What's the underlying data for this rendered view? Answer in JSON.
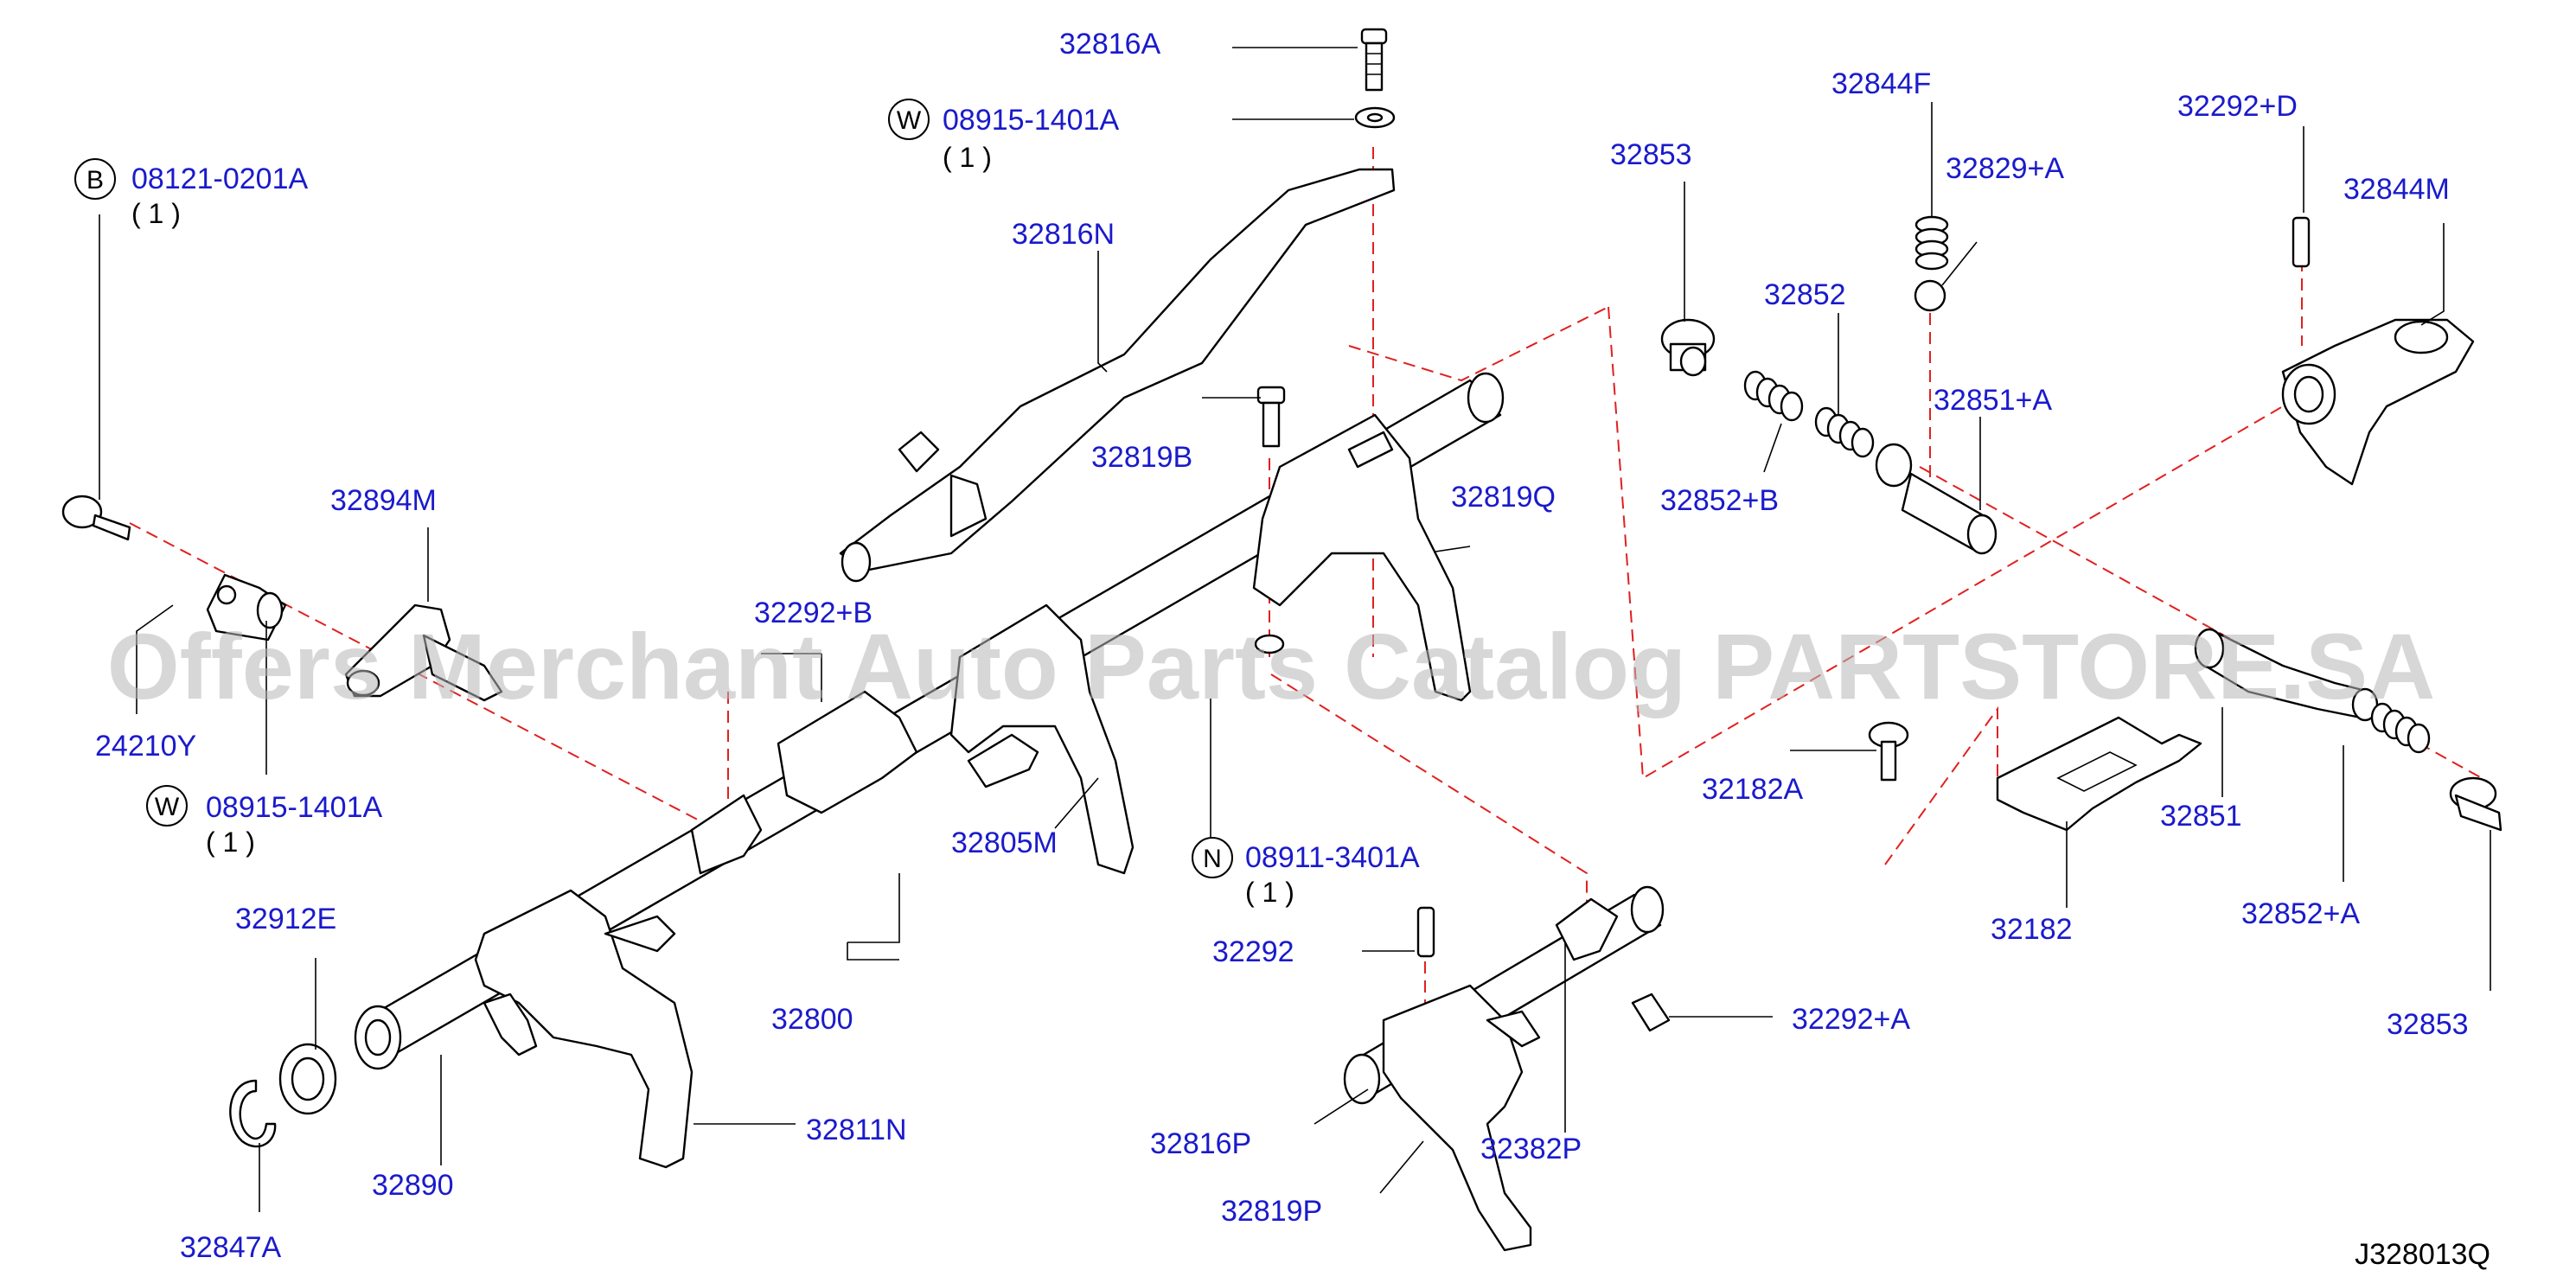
{
  "colors": {
    "label": "#1a1acc",
    "line": "#000000",
    "centerline": "#e02020",
    "watermark": "#b8b8b8"
  },
  "watermark": "Offers Merchant Auto Parts Catalog PARTSTORE.SA",
  "diagram_code": "J328013Q",
  "callouts": {
    "p32816A": "32816A",
    "w_top_code": "08915-1401A",
    "w_top_letter": "W",
    "w_top_qty": "( 1 )",
    "b_code": "08121-0201A",
    "b_letter": "B",
    "b_qty": "( 1 )",
    "p32816N": "32816N",
    "p32853_top": "32853",
    "p32844F": "32844F",
    "p32829A": "32829+A",
    "p32292D": "32292+D",
    "p32844M": "32844M",
    "p32852": "32852",
    "p32851A": "32851+A",
    "p32852B": "32852+B",
    "p32819B": "32819B",
    "p32819Q": "32819Q",
    "p32894M": "32894M",
    "p32292B": "32292+B",
    "p24210Y": "24210Y",
    "w_left_code": "08915-1401A",
    "w_left_letter": "W",
    "w_left_qty": "( 1 )",
    "p32805M": "32805M",
    "n_code": "08911-3401A",
    "n_letter": "N",
    "n_qty": "( 1 )",
    "p32182A": "32182A",
    "p32851": "32851",
    "p32182": "32182",
    "p32852A": "32852+A",
    "p32853_bottom": "32853",
    "p32912E": "32912E",
    "p32800": "32800",
    "p32292": "32292",
    "p32292A": "32292+A",
    "p32811N": "32811N",
    "p32816P": "32816P",
    "p32382P": "32382P",
    "p32890": "32890",
    "p32819P": "32819P",
    "p32847A": "32847A"
  }
}
